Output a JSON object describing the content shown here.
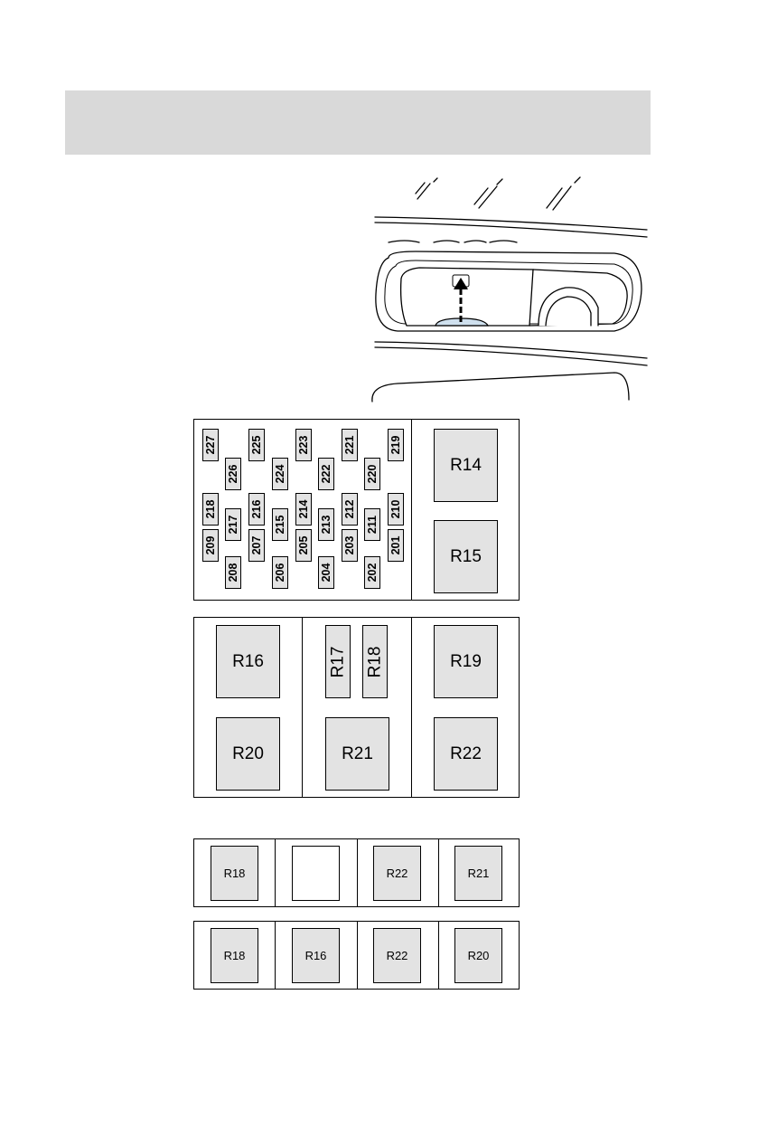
{
  "fuse_panel": {
    "fuses": [
      {
        "label": "227"
      },
      {
        "label": "226"
      },
      {
        "label": "225"
      },
      {
        "label": "224"
      },
      {
        "label": "223"
      },
      {
        "label": "222"
      },
      {
        "label": "221"
      },
      {
        "label": "220"
      },
      {
        "label": "219"
      },
      {
        "label": "218"
      },
      {
        "label": "217"
      },
      {
        "label": "216"
      },
      {
        "label": "215"
      },
      {
        "label": "214"
      },
      {
        "label": "213"
      },
      {
        "label": "212"
      },
      {
        "label": "211"
      },
      {
        "label": "210"
      },
      {
        "label": "209"
      },
      {
        "label": "208"
      },
      {
        "label": "207"
      },
      {
        "label": "206"
      },
      {
        "label": "205"
      },
      {
        "label": "204"
      },
      {
        "label": "203"
      },
      {
        "label": "202"
      },
      {
        "label": "201"
      }
    ],
    "relays": [
      "R14",
      "R15"
    ]
  },
  "relay_panel": {
    "relays": [
      "R16",
      "R17",
      "R18",
      "R19",
      "R20",
      "R21",
      "R22"
    ]
  },
  "relay_strip_1": {
    "relays": [
      "R18",
      "",
      "R22",
      "R21"
    ]
  },
  "relay_strip_2": {
    "relays": [
      "R18",
      "R16",
      "R22",
      "R20"
    ]
  },
  "icons": {
    "illustration": "overhead-console-icon",
    "arrow": "arrow-up-icon"
  }
}
